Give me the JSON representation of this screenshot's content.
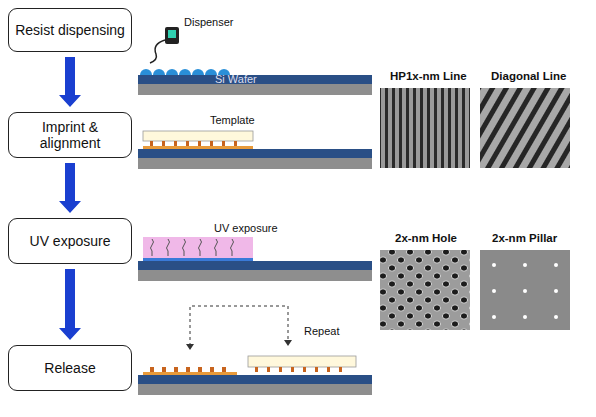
{
  "diagram": {
    "nodes": [
      {
        "text": [
          "Resist dispensing"
        ]
      },
      {
        "text": [
          "Imprint & alignment"
        ]
      },
      {
        "text": [
          "UV exposure"
        ]
      },
      {
        "text": [
          "Release"
        ]
      }
    ],
    "edges": [
      {
        "from": 0,
        "to": 1,
        "arrow": "to"
      },
      {
        "from": 1,
        "to": 2,
        "arrow": "to"
      },
      {
        "from": 2,
        "to": 3,
        "arrow": "to"
      }
    ],
    "labels": [
      "Dispenser",
      "Si Wafer",
      "Template",
      "UV exposure",
      "Repeat",
      "HP1x-nm Line",
      "Diagonal Line",
      "2x-nm Hole",
      "2x-nm Pillar"
    ]
  }
}
